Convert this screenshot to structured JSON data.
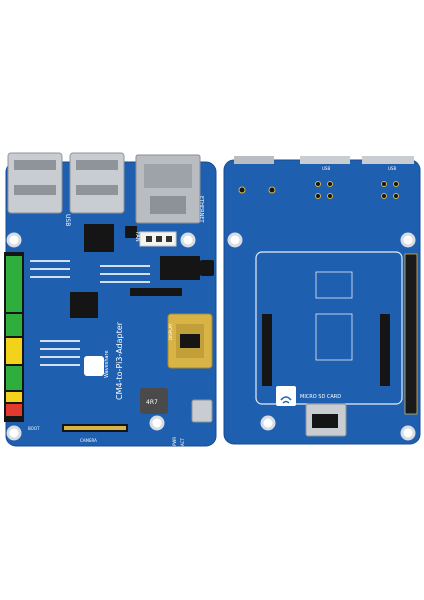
{
  "photo": {
    "subject": "CM4-to-Pi3-Adapter boards, top and bottom views",
    "colors": {
      "pcb": "#1e5fb0",
      "pcb_dark": "#174c91",
      "metal": "#c9ccd1",
      "gold": "#d8b447",
      "black": "#151515",
      "white_silk": "#ffffff",
      "header_green": "#2fae3e",
      "header_yellow": "#f2d21b",
      "header_red": "#e23a2f"
    }
  },
  "front_board": {
    "title": "CM4-to-Pi3-Adapter",
    "brand": "Waveshare",
    "labels": {
      "usb": "USB",
      "ethernet": "ETHERNET",
      "fan": "FAN",
      "inductor": "4R7",
      "pwr": "PWR",
      "act": "ACT",
      "display": "DISPLAY",
      "camera": "CAMERA",
      "boot": "BOOT"
    }
  },
  "back_board": {
    "labels": {
      "usb_a": "USB",
      "usb_b": "USB",
      "sd": "MICRO SD CARD"
    }
  }
}
